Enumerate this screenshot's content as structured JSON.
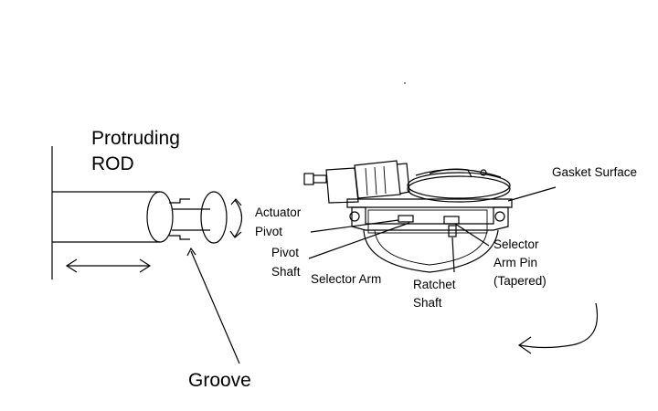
{
  "labels": {
    "protruding_line1": "Protruding",
    "protruding_line2": "ROD",
    "groove": "Groove",
    "actuator_line1": "Actuator",
    "actuator_line2": "Pivot",
    "pivot_shaft_line1": "Pivot",
    "pivot_shaft_line2": "Shaft",
    "selector_arm": "Selector Arm",
    "ratchet_line1": "Ratchet",
    "ratchet_line2": "Shaft",
    "selector_pin_line1": "Selector",
    "selector_pin_line2": "Arm Pin",
    "selector_pin_line3": "(Tapered)",
    "gasket_surface": "Gasket Surface"
  },
  "colors": {
    "ink": "#000000",
    "background": "#ffffff"
  }
}
